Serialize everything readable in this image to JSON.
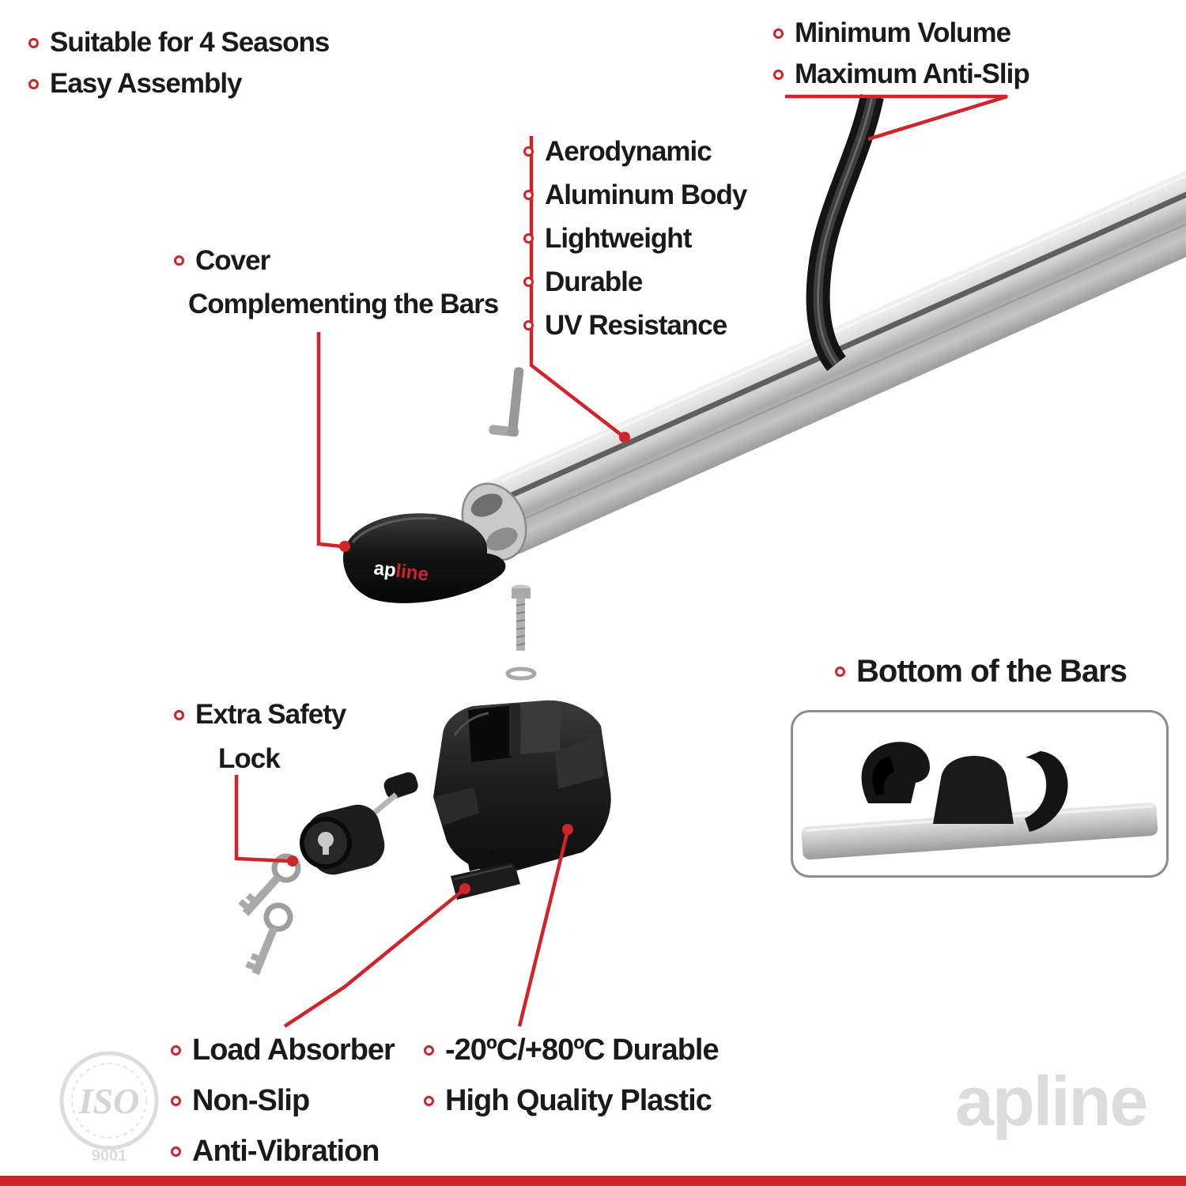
{
  "colors": {
    "accent_red": "#d1232a",
    "text": "#1a1a1a",
    "watermark_gray": "#dcdcdc",
    "bar_silver": "#c9c9c9",
    "plastic_black": "#1a1a1a"
  },
  "callouts": {
    "top_left": {
      "items": [
        "Suitable for 4 Seasons",
        "Easy Assembly"
      ]
    },
    "top_right": {
      "items": [
        "Minimum Volume",
        "Maximum Anti-Slip"
      ]
    },
    "cover": {
      "line1": "Cover",
      "line2": "Complementing the Bars"
    },
    "bar_features": {
      "items": [
        "Aerodynamic",
        "Aluminum Body",
        "Lightweight",
        "Durable",
        "UV Resistance"
      ]
    },
    "bottom_of_bars": {
      "title": "Bottom of the Bars"
    },
    "extra_safety": {
      "line1": "Extra Safety",
      "line2": "Lock"
    },
    "foot_left": {
      "items": [
        "Load Absorber",
        "Non-Slip",
        "Anti-Vibration"
      ]
    },
    "foot_right": {
      "items": [
        "-20ºC/+80ºC Durable",
        "High Quality Plastic"
      ]
    }
  },
  "product": {
    "cover_logo": {
      "part1": "ap",
      "part2": "line"
    }
  },
  "watermarks": {
    "iso": {
      "text": "ISO",
      "number": "9001"
    },
    "brand": "apline"
  }
}
